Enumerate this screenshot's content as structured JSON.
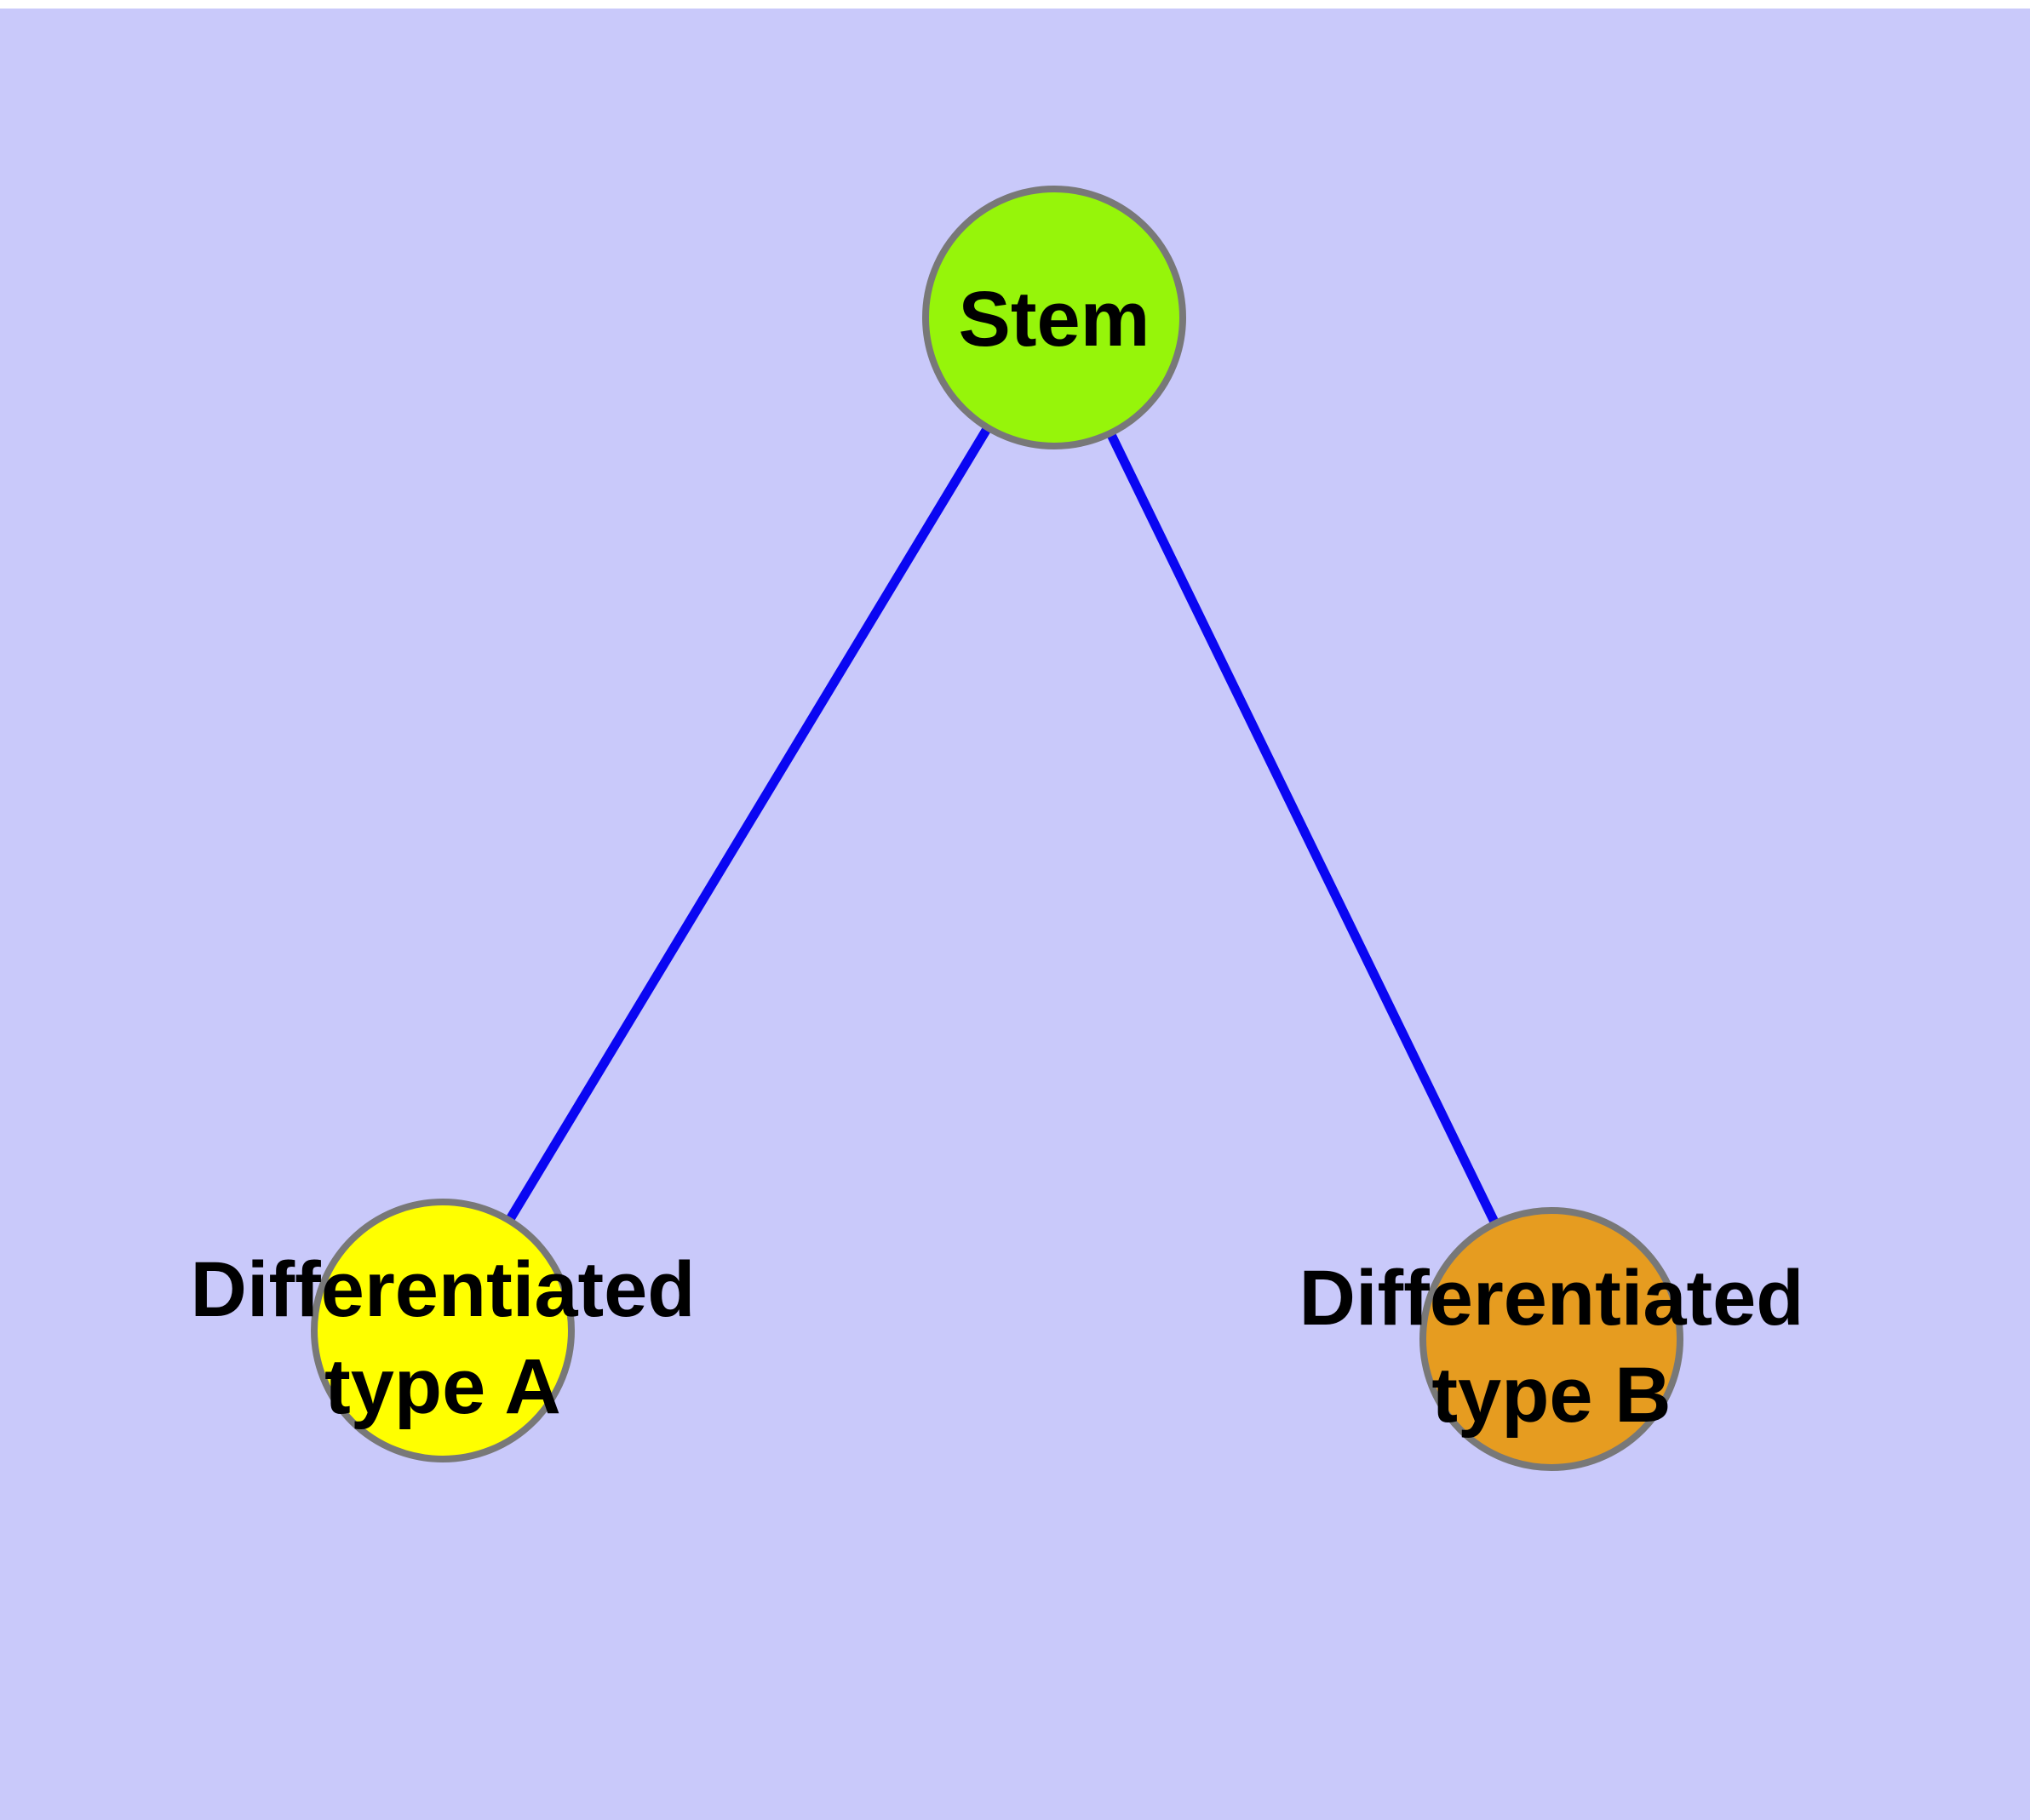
{
  "diagram": {
    "background_color": "#C9C9FA",
    "top_strip_color": "#FFFFFF",
    "edge_color": "#0A06F2",
    "node_border_color": "#787878",
    "label_color": "#000000",
    "nodes": {
      "stem": {
        "label": "Stem",
        "fill": "#96F50A"
      },
      "type_a": {
        "label_line1": "Differentiated",
        "label_line2": "type A",
        "fill": "#FFFF00"
      },
      "type_b": {
        "label_line1": "Differentiated",
        "label_line2": "type B",
        "fill": "#E69C20"
      }
    },
    "edges": [
      {
        "from": "Stem",
        "to": "Differentiated type A"
      },
      {
        "from": "Stem",
        "to": "Differentiated type B"
      }
    ]
  }
}
